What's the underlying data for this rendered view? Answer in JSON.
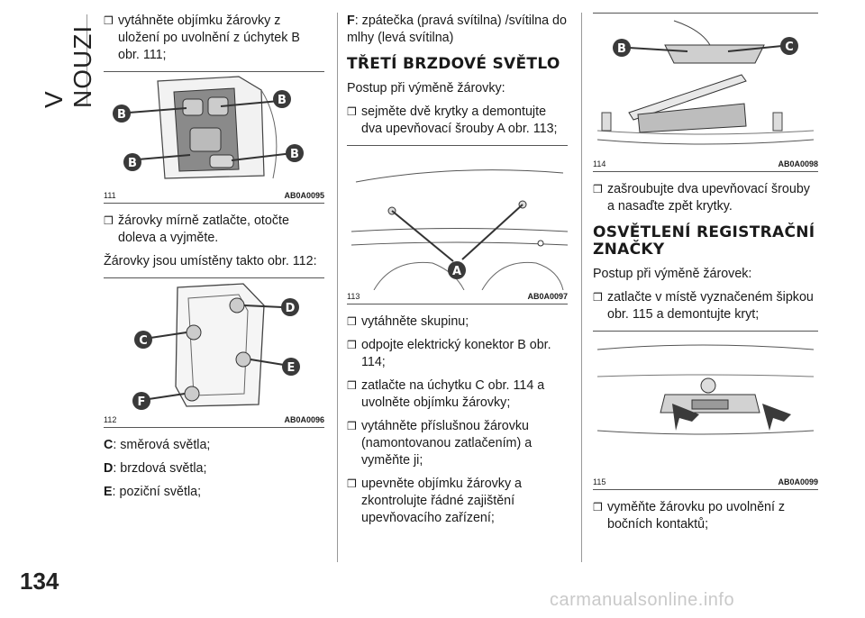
{
  "sidebar": {
    "section_title": "V NOUZI",
    "page_number": "134"
  },
  "col1": {
    "b1": "vytáhněte objímku žárovky z uložení po uvolnění z úchytek B obr. 111;",
    "fig111": {
      "num": "111",
      "code": "AB0A0095",
      "labels": [
        "B",
        "B",
        "B",
        "B"
      ]
    },
    "b2": "žárovky mírně zatlačte, otočte doleva a vyjměte.",
    "p1": "Žárovky jsou umístěny takto obr. 112:",
    "fig112": {
      "num": "112",
      "code": "AB0A0096",
      "labels": [
        "C",
        "D",
        "E",
        "F"
      ]
    },
    "c_key": "C",
    "c_text": ": směrová světla;",
    "d_key": "D",
    "d_text": ": brzdová světla;",
    "e_key": "E",
    "e_text": ": poziční světla;"
  },
  "col2": {
    "f_key": "F",
    "f_text": ": zpátečka (pravá svítilna) /svítilna do mlhy (levá svítilna)",
    "heading1": "TŘETÍ BRZDOVÉ SVĚTLO",
    "p1": "Postup při výměně žárovky:",
    "b1": "sejměte dvě krytky a demontujte dva upevňovací šrouby A obr. 113;",
    "fig113": {
      "num": "113",
      "code": "AB0A0097",
      "labels": [
        "A"
      ]
    },
    "b2": "vytáhněte skupinu;",
    "b3": "odpojte elektrický konektor B obr. 114;",
    "b4": "zatlačte na úchytku C obr. 114 a uvolněte objímku žárovky;",
    "b5": "vytáhněte příslušnou žárovku (namontovanou zatlačením) a vyměňte ji;",
    "b6": "upevněte objímku žárovky a zkontrolujte řádné zajištění upevňovacího zařízení;"
  },
  "col3": {
    "fig114": {
      "num": "114",
      "code": "AB0A0098",
      "labels": [
        "B",
        "C"
      ]
    },
    "b1": "zašroubujte dva upevňovací šrouby a nasaďte zpět krytky.",
    "heading2": "OSVĚTLENÍ REGISTRAČNÍ ZNAČKY",
    "p1": "Postup při výměně žárovek:",
    "b2": "zatlačte v místě vyznačeném šipkou obr. 115 a demontujte kryt;",
    "fig115": {
      "num": "115",
      "code": "AB0A0099"
    },
    "b3": "vyměňte žárovku po uvolnění z bočních kontaktů;"
  },
  "bullet_glyph": "❒",
  "watermark": "carmanualsonline.info",
  "colors": {
    "badge": "#3a3a3a",
    "rule": "#999999",
    "text": "#1a1a1a"
  }
}
